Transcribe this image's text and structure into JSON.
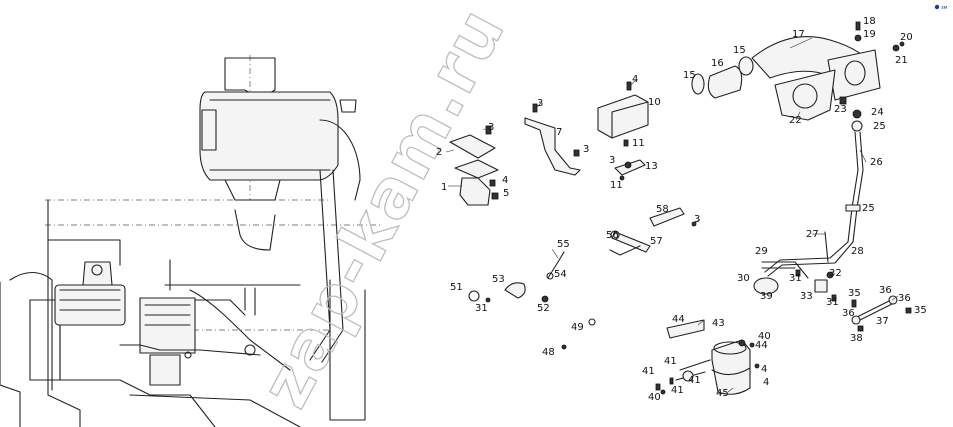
{
  "watermark": {
    "text": "zap-kam.ru"
  },
  "logo": {
    "text": "зм",
    "color": "#1a3d9c"
  },
  "callouts": [
    {
      "id": "c1",
      "text": "1"
    },
    {
      "id": "c2",
      "text": "2"
    },
    {
      "id": "c3a",
      "text": "3"
    },
    {
      "id": "c4a",
      "text": "4"
    },
    {
      "id": "c5",
      "text": "5"
    },
    {
      "id": "c3b",
      "text": "3"
    },
    {
      "id": "c7",
      "text": "7"
    },
    {
      "id": "c3c",
      "text": "3"
    },
    {
      "id": "c4b",
      "text": "4"
    },
    {
      "id": "c10",
      "text": "10"
    },
    {
      "id": "c11a",
      "text": "11"
    },
    {
      "id": "c3d",
      "text": "3"
    },
    {
      "id": "c13",
      "text": "13"
    },
    {
      "id": "c11b",
      "text": "11"
    },
    {
      "id": "c15a",
      "text": "15"
    },
    {
      "id": "c16",
      "text": "16"
    },
    {
      "id": "c15b",
      "text": "15"
    },
    {
      "id": "c17",
      "text": "17"
    },
    {
      "id": "c18",
      "text": "18"
    },
    {
      "id": "c19",
      "text": "19"
    },
    {
      "id": "c20",
      "text": "20"
    },
    {
      "id": "c21",
      "text": "21"
    },
    {
      "id": "c22",
      "text": "22"
    },
    {
      "id": "c23",
      "text": "23"
    },
    {
      "id": "c24",
      "text": "24"
    },
    {
      "id": "c25a",
      "text": "25"
    },
    {
      "id": "c26",
      "text": "26"
    },
    {
      "id": "c25b",
      "text": "25"
    },
    {
      "id": "c27",
      "text": "27"
    },
    {
      "id": "c28",
      "text": "28"
    },
    {
      "id": "c29",
      "text": "29"
    },
    {
      "id": "c30",
      "text": "30"
    },
    {
      "id": "c31a",
      "text": "31"
    },
    {
      "id": "c32",
      "text": "32"
    },
    {
      "id": "c33",
      "text": "33"
    },
    {
      "id": "c31b",
      "text": "31"
    },
    {
      "id": "c35a",
      "text": "35"
    },
    {
      "id": "c36a",
      "text": "36"
    },
    {
      "id": "c36b",
      "text": "36"
    },
    {
      "id": "c35b",
      "text": "35"
    },
    {
      "id": "c36c",
      "text": "36"
    },
    {
      "id": "c37",
      "text": "37"
    },
    {
      "id": "c38",
      "text": "38"
    },
    {
      "id": "c39",
      "text": "39"
    },
    {
      "id": "c58",
      "text": "58"
    },
    {
      "id": "c3e",
      "text": "3"
    },
    {
      "id": "c56",
      "text": "56"
    },
    {
      "id": "c57",
      "text": "57"
    },
    {
      "id": "c55",
      "text": "55"
    },
    {
      "id": "c54",
      "text": "54"
    },
    {
      "id": "c53",
      "text": "53"
    },
    {
      "id": "c51",
      "text": "51"
    },
    {
      "id": "c31c",
      "text": "31"
    },
    {
      "id": "c52",
      "text": "52"
    },
    {
      "id": "c49",
      "text": "49"
    },
    {
      "id": "c48",
      "text": "48"
    },
    {
      "id": "c44",
      "text": "44"
    },
    {
      "id": "c43",
      "text": "43"
    },
    {
      "id": "c40a",
      "text": "40"
    },
    {
      "id": "c44b",
      "text": "44"
    },
    {
      "id": "c4c",
      "text": "4"
    },
    {
      "id": "c41a",
      "text": "41"
    },
    {
      "id": "c41b",
      "text": "41"
    },
    {
      "id": "c41c",
      "text": "41"
    },
    {
      "id": "c41d",
      "text": "41"
    },
    {
      "id": "c40b",
      "text": "40"
    },
    {
      "id": "c45",
      "text": "45"
    },
    {
      "id": "c4d",
      "text": "4"
    }
  ]
}
